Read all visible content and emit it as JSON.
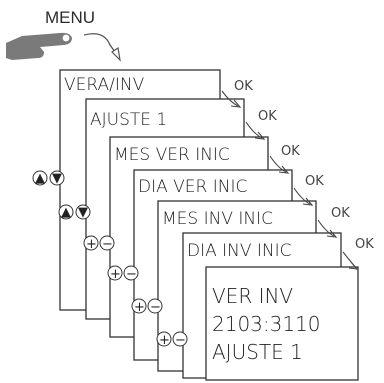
{
  "menu_label": "MENU",
  "screens": [
    {
      "label": "VERA/INV",
      "ok": "OK",
      "controls": "arrows"
    },
    {
      "label": "AJUSTE 1",
      "ok": "OK",
      "controls": "arrows"
    },
    {
      "label": "MES VER INIC",
      "ok": "OK",
      "controls": "plus-minus"
    },
    {
      "label": "DIA VER INIC",
      "ok": "OK",
      "controls": "plus-minus"
    },
    {
      "label": "MES INV INIC",
      "ok": "OK",
      "controls": "plus-minus"
    },
    {
      "label": "DIA INV INIC",
      "ok": "OK",
      "controls": "plus-minus"
    }
  ],
  "final_screen": {
    "line1": "VER INV",
    "line2": "2103:3110",
    "line3": "AJUSTE 1"
  },
  "buttons": {
    "up_arrow": "▲",
    "down_arrow": "▼",
    "plus": "+",
    "minus": "−"
  }
}
